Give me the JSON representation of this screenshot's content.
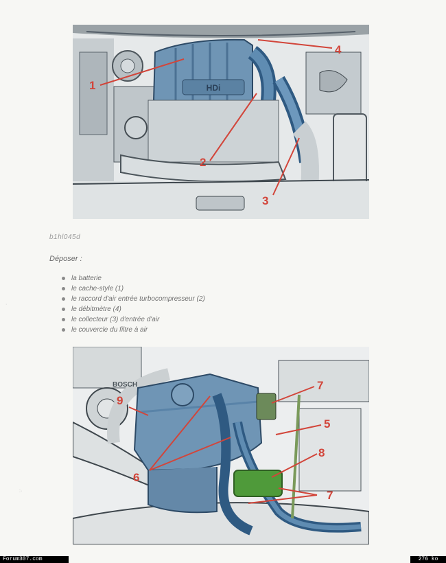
{
  "figure_ref": "b1hl045d",
  "instruction_heading": "Déposer :",
  "steps": [
    "la batterie",
    "le cache-style (1)",
    "le raccord d'air entrée turbocompresseur (2)",
    "le débitmètre (4)",
    "le collecteur (3) d'entrée d'air",
    "le couvercle du filtre à air"
  ],
  "top_photo": {
    "callouts": [
      "1",
      "2",
      "3",
      "4"
    ],
    "badge_text": "HDi"
  },
  "bottom_photo": {
    "callouts": [
      "9",
      "6",
      "7",
      "5",
      "8",
      "7"
    ],
    "brand_text": "BOSCH"
  },
  "footer": {
    "site": "Forum307.com",
    "size": "276 ko"
  },
  "colors": {
    "callout_red": "#d2453a",
    "part_blue": "#6f95b5",
    "part_green": "#4f9a3a",
    "hose_blue": "#3d6d97"
  }
}
